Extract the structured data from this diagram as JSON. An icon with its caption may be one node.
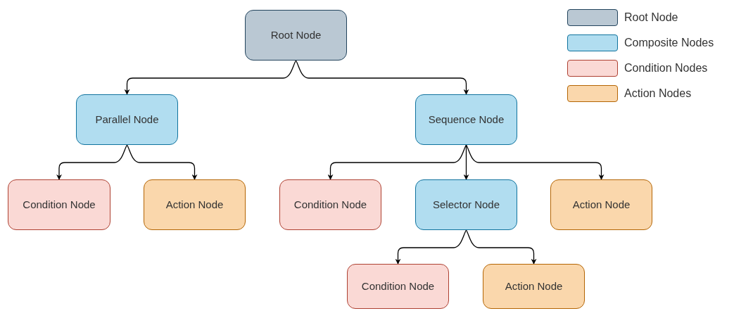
{
  "diagram": {
    "nodes": [
      {
        "text": [
          "Root Node"
        ]
      },
      {
        "text": [
          "Parallel Node"
        ]
      },
      {
        "text": [
          "Sequence Node"
        ]
      },
      {
        "text": [
          "Condition Node"
        ]
      },
      {
        "text": [
          "Action Node"
        ]
      },
      {
        "text": [
          "Condition Node"
        ]
      },
      {
        "text": [
          "Selector Node"
        ]
      },
      {
        "text": [
          "Action Node"
        ]
      },
      {
        "text": [
          "Condition Node"
        ]
      },
      {
        "text": [
          "Action Node"
        ]
      }
    ],
    "edges": [
      {
        "from": 0,
        "to": 1,
        "arrow": "to"
      },
      {
        "from": 0,
        "to": 2,
        "arrow": "to"
      },
      {
        "from": 1,
        "to": 3,
        "arrow": "to"
      },
      {
        "from": 1,
        "to": 4,
        "arrow": "to"
      },
      {
        "from": 2,
        "to": 5,
        "arrow": "to"
      },
      {
        "from": 2,
        "to": 6,
        "arrow": "to"
      },
      {
        "from": 2,
        "to": 7,
        "arrow": "to"
      },
      {
        "from": 6,
        "to": 8,
        "arrow": "to"
      },
      {
        "from": 6,
        "to": 9,
        "arrow": "to"
      }
    ],
    "legend": [
      {
        "text": "Root Node",
        "color": "#bac8d3"
      },
      {
        "text": "Composite Nodes",
        "color": "#b1ddf0"
      },
      {
        "text": "Condition Nodes",
        "color": "#fad9d5"
      },
      {
        "text": "Action Nodes",
        "color": "#fad7ac"
      }
    ]
  }
}
